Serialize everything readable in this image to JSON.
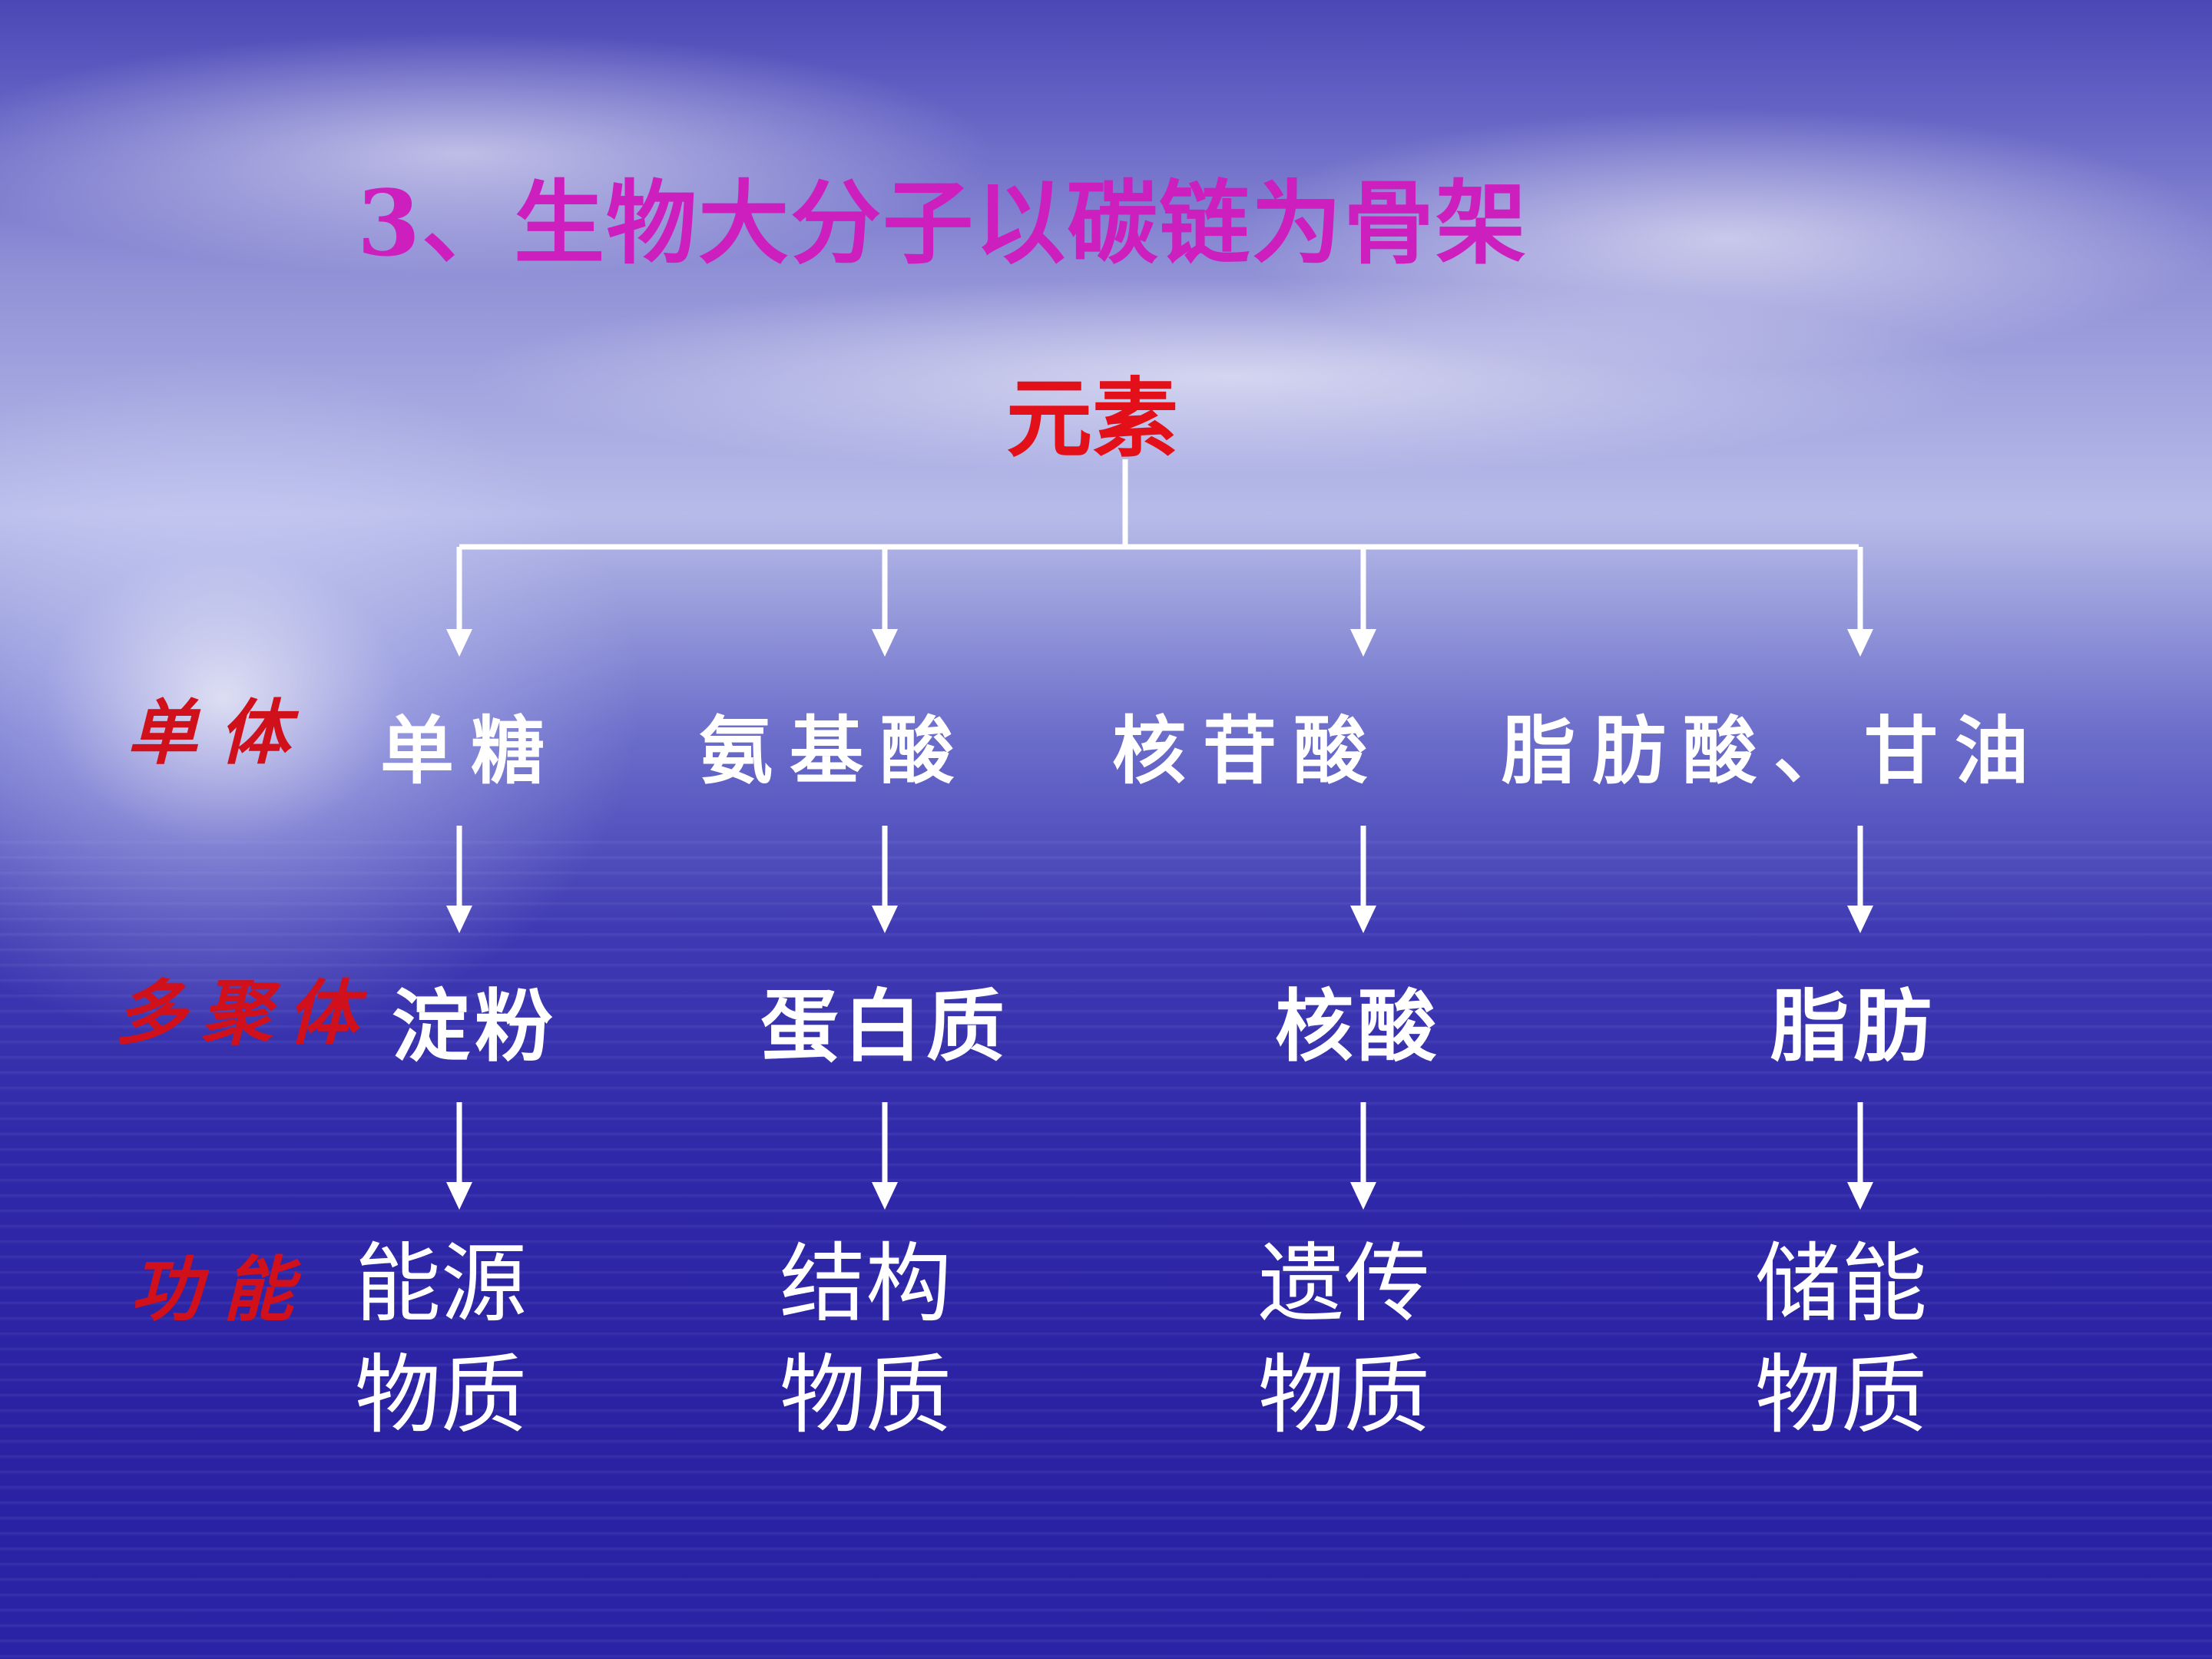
{
  "title": "3、生物大分子以碳链为骨架",
  "root": "元素",
  "row_labels": {
    "monomer": "单体",
    "polymer": "多聚体",
    "function": "功能"
  },
  "columns": [
    {
      "monomer": "单糖",
      "polymer": "淀粉",
      "function_line1": "能源",
      "function_line2": "物质"
    },
    {
      "monomer": "氨基酸",
      "polymer": "蛋白质",
      "function_line1": "结构",
      "function_line2": "物质"
    },
    {
      "monomer": "核苷酸",
      "polymer": "核酸",
      "function_line1": "遗传",
      "function_line2": "物质"
    },
    {
      "monomer": "脂肪酸、甘油",
      "polymer": "脂肪",
      "function_line1": "储能",
      "function_line2": "物质"
    }
  ],
  "colors": {
    "title": "#cc1fbe",
    "root": "#e3101a",
    "row_label": "#d0101a",
    "node_text": "#ffffff",
    "connector": "#ffffff"
  }
}
